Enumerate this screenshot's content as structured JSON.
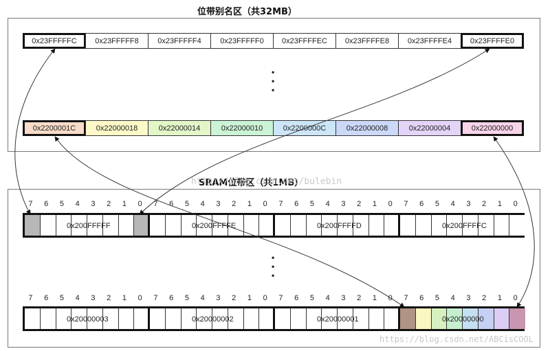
{
  "alias_title": "位带别名区（共32MB）",
  "sram_title": "SRAM位带区（共1MB）",
  "alias_top_row": [
    "0x23FFFFFC",
    "0x23FFFFF8",
    "0x23FFFFF4",
    "0x23FFFFF0",
    "0x23FFFFEC",
    "0x23FFFFE8",
    "0x23FFFFE4",
    "0x23FFFFE0"
  ],
  "alias_bottom_row": [
    "0x2200001C",
    "0x22000018",
    "0x22000014",
    "0x22000010",
    "0x2200000C",
    "0x22000008",
    "0x22000004",
    "0x22000000"
  ],
  "alias_colors": [
    "#f9dcc8",
    "#fdf8c8",
    "#e2f6c8",
    "#cbf4d6",
    "#cce6f8",
    "#ccd8f8",
    "#e4d4f8",
    "#f9d4e8"
  ],
  "bits": [
    "7",
    "6",
    "5",
    "4",
    "3",
    "2",
    "1",
    "0"
  ],
  "sram_top_words": [
    "0x200FFFFF",
    "0x200FFFFE",
    "0x200FFFFD",
    "0x200FFFFC"
  ],
  "sram_bottom_words": [
    "0x20000003",
    "0x20000002",
    "0x20000001",
    "0x20000000"
  ],
  "bit_colors_word0": [
    "#b09486",
    "#fbf7c0",
    "#d7f0c0",
    "#c6efd0",
    "#c4dff2",
    "#c6d0f4",
    "#dccdf5",
    "#c896b0"
  ],
  "highlight_gray": "#b7b7b7",
  "watermark_center": "http://blog.csdn.net/bulebin",
  "watermark_bottom": "https://blog.csdn.net/ABCisCOOL"
}
